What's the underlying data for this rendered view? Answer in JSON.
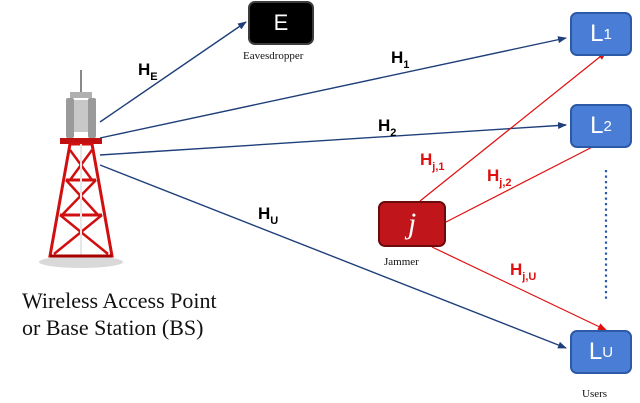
{
  "nodes": {
    "eavesdropper": {
      "symbol": "E",
      "caption": "Eavesdropper"
    },
    "jammer": {
      "symbol": "j",
      "caption": "Jammer"
    },
    "users": [
      {
        "main": "L",
        "sub": "1"
      },
      {
        "main": "L",
        "sub": "2"
      },
      {
        "main": "L",
        "sub": "U"
      }
    ],
    "users_caption": "Users"
  },
  "base_station": {
    "caption_line1": "Wireless Access Point",
    "caption_line2": "or Base Station (BS)"
  },
  "channels": {
    "HE": {
      "main": "H",
      "sub": "E"
    },
    "H1": {
      "main": "H",
      "sub": "1"
    },
    "H2": {
      "main": "H",
      "sub": "2"
    },
    "HU": {
      "main": "H",
      "sub": "U"
    },
    "Hj1": {
      "main": "H",
      "sub": "j,1"
    },
    "Hj2": {
      "main": "H",
      "sub": "j,2"
    },
    "HjU": {
      "main": "H",
      "sub": "j,U"
    }
  },
  "colors": {
    "bs_links": "#1f3f7a",
    "jammer_links": "#e01010",
    "user_node": "#4a7ed6",
    "jammer_node": "#c0161b",
    "dots": "#2d5aa6"
  }
}
